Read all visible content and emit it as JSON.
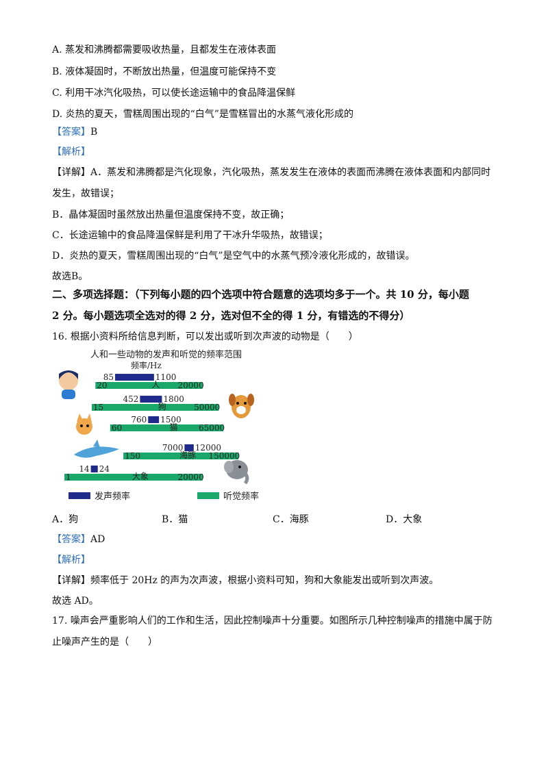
{
  "q15": {
    "options": [
      "A. 蒸发和沸腾都需要吸收热量，且都发生在液体表面",
      "B. 液体凝固时，不断放出热量，但温度可能保持不变",
      "C. 利用干冰汽化吸热，可以使长途运输中的食品降温保鲜",
      "D. 炎热的夏天，雪糕周围出现的“白气”是雪糕冒出的水蒸气液化形成的"
    ],
    "answer_tag": "【答案】",
    "answer": "B",
    "analysis_tag": "【解析】",
    "detail_tag": "【详解】",
    "detail_lines": [
      "A．蒸发和沸腾都是汽化现象，汽化吸热，蒸发发生在液体的表面而沸腾在液体表面和内部同时",
      "发生，故错误；",
      "B．晶体凝固时虽然放出热量但温度保持不变，故正确；",
      "C．长途运输中的食品降温保鲜是利用了干冰升华吸热，故错误；",
      "D．炎热的夏天，雪糕周围出现的“白气”是空气中的水蒸气预冷液化形成的，故错误。",
      "故选B。"
    ]
  },
  "section2": {
    "heading_line1": "二、多项选择题：（下列每小题的四个选项中符合题意的选项均多于一个。共 10 分，每小题",
    "heading_line2": "2 分。每小题选项全选对的得 2 分，选对但不全的得 1 分，有错选的不得分）"
  },
  "q16": {
    "stem": "16. 根据小资料所给信息判断，可以发出或听到次声波的动物是（　　）",
    "options": [
      "A．狗",
      "B．猫",
      "C．海豚",
      "D．大象"
    ],
    "answer_tag": "【答案】",
    "answer": "AD",
    "analysis_tag": "【解析】",
    "detail_tag": "【详解】",
    "detail": "频率低于 20Hz 的声为次声波，根据小资料可知，狗和大象能发出或听到次声波。",
    "conclusion": "故选 AD。"
  },
  "q17": {
    "stem_line1": "17. 噪声会严重影响人们的工作和生活，因此控制噪声十分重要。如图所示几种控制噪声的措施中属于防",
    "stem_line2": "止噪声产生的是（　　）"
  },
  "chart_data": {
    "type": "bar",
    "title": "人和一些动物的发声和听觉的频率范围",
    "ylabel": "频率/Hz",
    "categories": [
      "人",
      "狗",
      "猫",
      "海豚",
      "大象"
    ],
    "series": [
      {
        "name": "发声频率",
        "color": "#1f2a8a",
        "ranges": [
          [
            85,
            1100
          ],
          [
            452,
            1800
          ],
          [
            760,
            1500
          ],
          [
            7000,
            12000
          ],
          [
            14,
            24
          ]
        ]
      },
      {
        "name": "听觉频率",
        "color": "#1aa86a",
        "ranges": [
          [
            20,
            20000
          ],
          [
            15,
            50000
          ],
          [
            60,
            65000
          ],
          [
            150,
            150000
          ],
          [
            1,
            20000
          ]
        ]
      }
    ],
    "legend_placement": "bottom"
  }
}
